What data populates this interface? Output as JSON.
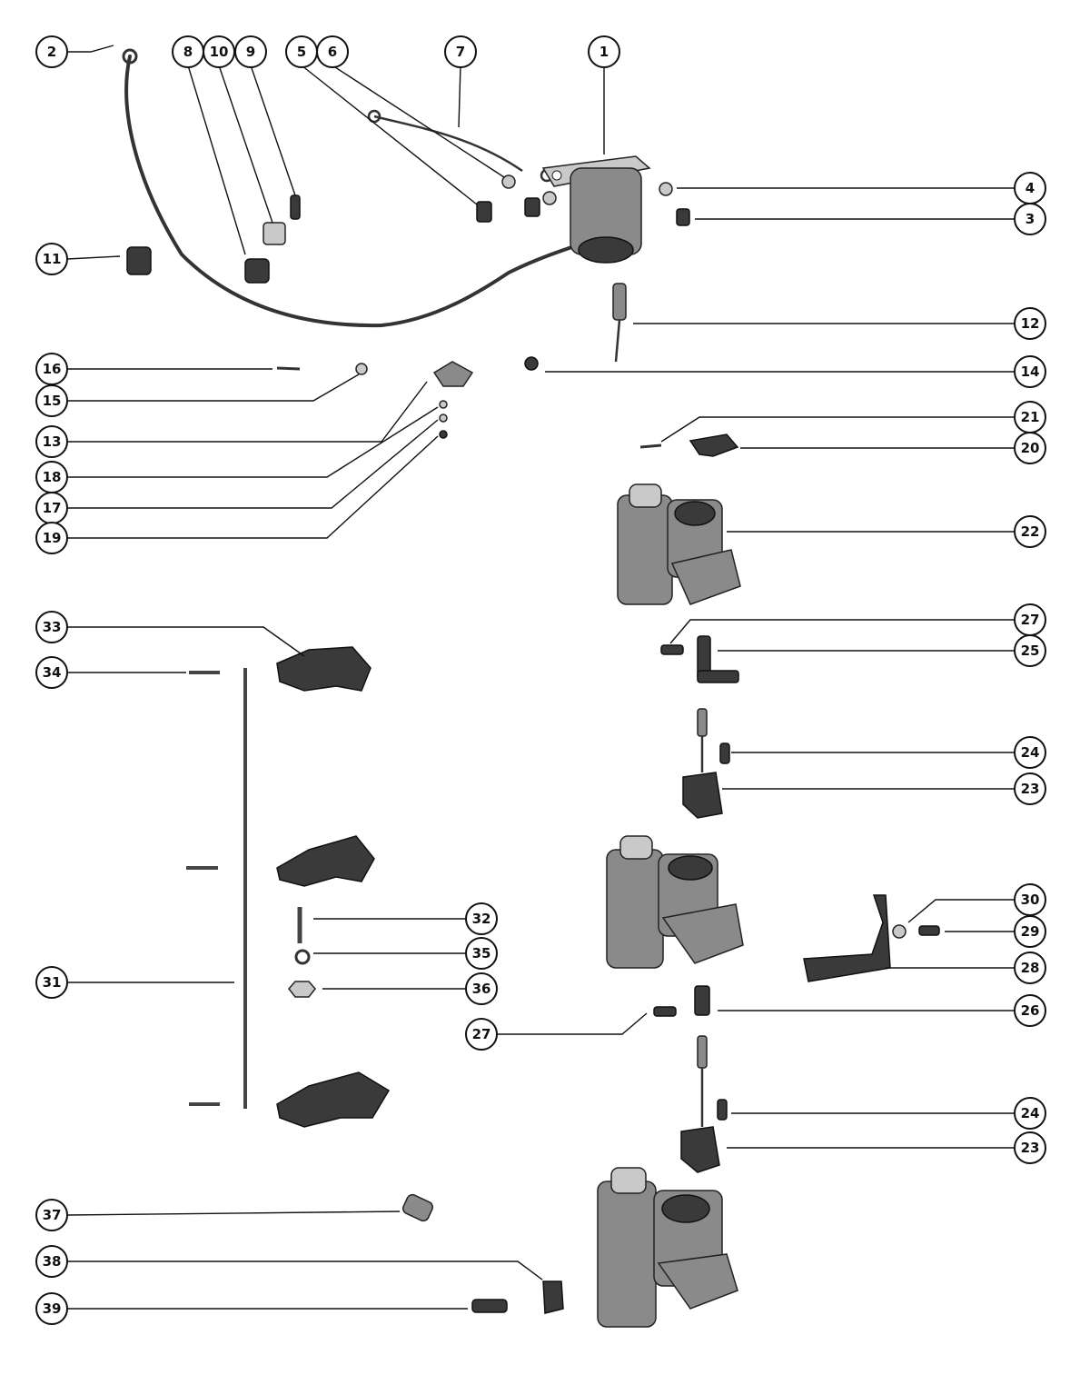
{
  "callouts": [
    "1",
    "2",
    "3",
    "4",
    "5",
    "6",
    "7",
    "8",
    "9",
    "10",
    "11",
    "12",
    "13",
    "14",
    "15",
    "16",
    "17",
    "18",
    "19",
    "20",
    "21",
    "22",
    "23",
    "24",
    "25",
    "26",
    "27",
    "28",
    "29",
    "30",
    "31",
    "32",
    "33",
    "34",
    "35",
    "36",
    "37",
    "38",
    "39",
    "27",
    "24",
    "23"
  ],
  "colors": {
    "ink": "#111111",
    "paper": "#ffffff",
    "part": "#8a8a8a"
  }
}
